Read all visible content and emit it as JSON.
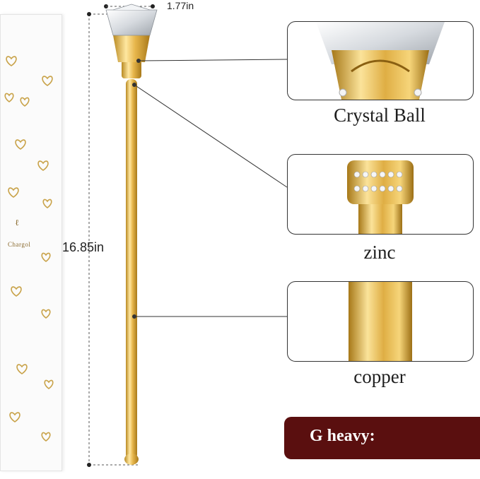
{
  "dimensions": {
    "width": "1.77in",
    "height": "16.85in"
  },
  "package": {
    "brand": "Chargol"
  },
  "details": [
    {
      "label": "Crystal Ball"
    },
    {
      "label": "zinc"
    },
    {
      "label": "copper"
    }
  ],
  "weight": {
    "label": "G heavy:"
  },
  "colors": {
    "gold": "#e3b341",
    "banner": "#5a0f0f"
  }
}
